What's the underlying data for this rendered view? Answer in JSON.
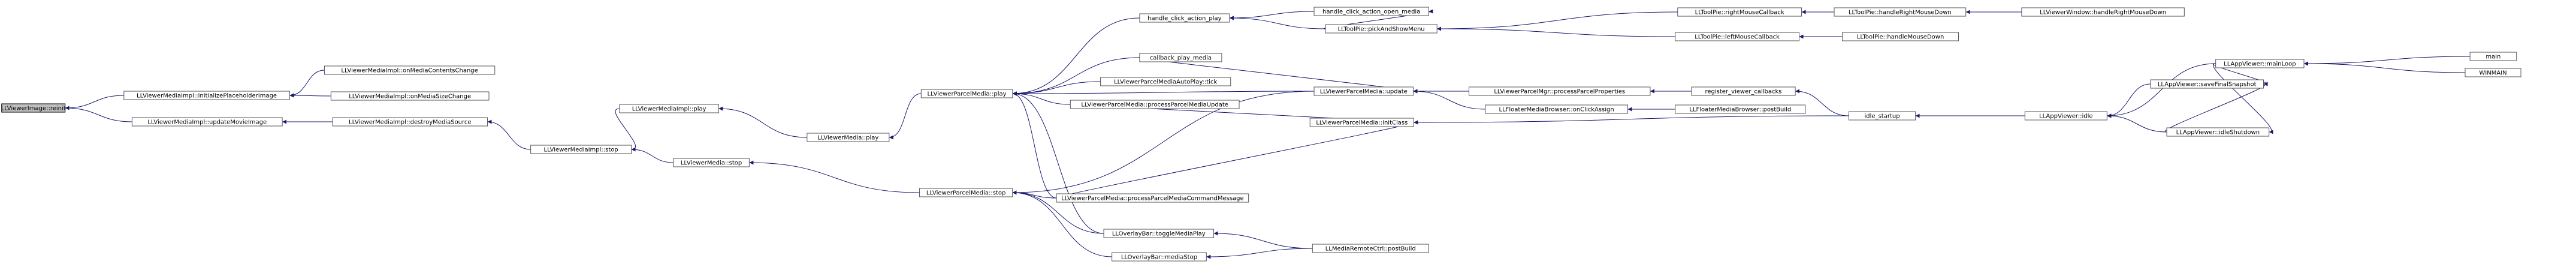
{
  "graph": {
    "colors": {
      "edge": "#191970",
      "node_border": "#555555",
      "root_fill": "#bfbfbf",
      "background": "#ffffff"
    },
    "nodes": [
      {
        "id": "reinit",
        "label": "LLViewerImage::reinit",
        "root": true
      },
      {
        "id": "initPlaceholder",
        "label": "LLViewerMediaImpl::initializePlaceholderImage"
      },
      {
        "id": "updateMovie",
        "label": "LLViewerMediaImpl::updateMovieImage"
      },
      {
        "id": "onContents",
        "label": "LLViewerMediaImpl::onMediaContentsChange"
      },
      {
        "id": "onSize",
        "label": "LLViewerMediaImpl::onMediaSizeChange"
      },
      {
        "id": "destroySource",
        "label": "LLViewerMediaImpl::destroyMediaSource"
      },
      {
        "id": "implPlay",
        "label": "LLViewerMediaImpl::play"
      },
      {
        "id": "implStop",
        "label": "LLViewerMediaImpl::stop"
      },
      {
        "id": "mediaPlay",
        "label": "LLViewerMedia::play"
      },
      {
        "id": "mediaStop",
        "label": "LLViewerMedia::stop"
      },
      {
        "id": "parcelPlay",
        "label": "LLViewerParcelMedia::play"
      },
      {
        "id": "parcelStop",
        "label": "LLViewerParcelMedia::stop"
      },
      {
        "id": "handleClickPlay",
        "label": "handle_click_action_play"
      },
      {
        "id": "callbackPlay",
        "label": "callback_play_media"
      },
      {
        "id": "autoPlayTick",
        "label": "LLViewerParcelMediaAutoPlay::tick"
      },
      {
        "id": "processUpdate",
        "label": "LLViewerParcelMedia::processParcelMediaUpdate"
      },
      {
        "id": "processCommand",
        "label": "LLViewerParcelMedia::processParcelMediaCommandMessage"
      },
      {
        "id": "toggleMediaPlay",
        "label": "LLOverlayBar::toggleMediaPlay"
      },
      {
        "id": "mediaStopBar",
        "label": "LLOverlayBar::mediaStop"
      },
      {
        "id": "handleClickOpen",
        "label": "handle_click_action_open_media"
      },
      {
        "id": "pickShowMenu",
        "label": "LLToolPie::pickAndShowMenu"
      },
      {
        "id": "parcelUpdate",
        "label": "LLViewerParcelMedia::update"
      },
      {
        "id": "parcelInit",
        "label": "LLViewerParcelMedia::initClass"
      },
      {
        "id": "remotePostBuild",
        "label": "LLMediaRemoteCtrl::postBuild"
      },
      {
        "id": "rightMouseCb",
        "label": "LLToolPie::rightMouseCallback"
      },
      {
        "id": "leftMouseCb",
        "label": "LLToolPie::leftMouseCallback"
      },
      {
        "id": "processParcelProps",
        "label": "LLViewerParcelMgr::processParcelProperties"
      },
      {
        "id": "floaterOnClick",
        "label": "LLFloaterMediaBrowser::onClickAssign"
      },
      {
        "id": "handleRightDown",
        "label": "LLToolPie::handleRightMouseDown"
      },
      {
        "id": "handleLeftDown",
        "label": "LLToolPie::handleMouseDown"
      },
      {
        "id": "registerCallbacks",
        "label": "register_viewer_callbacks"
      },
      {
        "id": "floaterPostBuild",
        "label": "LLFloaterMediaBrowser::postBuild"
      },
      {
        "id": "windowRightDown",
        "label": "LLViewerWindow::handleRightMouseDown"
      },
      {
        "id": "idleStartup",
        "label": "idle_startup"
      },
      {
        "id": "appIdle",
        "label": "LLAppViewer::idle"
      },
      {
        "id": "mainLoop",
        "label": "LLAppViewer::mainLoop"
      },
      {
        "id": "saveSnapshot",
        "label": "LLAppViewer::saveFinalSnapshot"
      },
      {
        "id": "idleShutdown",
        "label": "LLAppViewer::idleShutdown"
      },
      {
        "id": "main",
        "label": "main"
      },
      {
        "id": "winmain",
        "label": "WINMAIN"
      }
    ],
    "edges": [
      [
        "initPlaceholder",
        "reinit"
      ],
      [
        "updateMovie",
        "reinit"
      ],
      [
        "onContents",
        "initPlaceholder"
      ],
      [
        "onSize",
        "initPlaceholder"
      ],
      [
        "destroySource",
        "updateMovie"
      ],
      [
        "implStop",
        "destroySource"
      ],
      [
        "implPlay",
        "implStop"
      ],
      [
        "mediaStop",
        "implStop"
      ],
      [
        "mediaPlay",
        "implPlay"
      ],
      [
        "parcelPlay",
        "mediaPlay"
      ],
      [
        "parcelStop",
        "mediaStop"
      ],
      [
        "handleClickPlay",
        "parcelPlay"
      ],
      [
        "callbackPlay",
        "parcelPlay"
      ],
      [
        "parcelUpdate",
        "parcelPlay"
      ],
      [
        "autoPlayTick",
        "parcelPlay"
      ],
      [
        "processUpdate",
        "parcelPlay"
      ],
      [
        "processCommand",
        "parcelPlay"
      ],
      [
        "toggleMediaPlay",
        "parcelPlay"
      ],
      [
        "mediaStopBar",
        "parcelStop"
      ],
      [
        "toggleMediaPlay",
        "parcelStop"
      ],
      [
        "parcelUpdate",
        "parcelStop"
      ],
      [
        "processCommand",
        "parcelStop"
      ],
      [
        "handleClickOpen",
        "handleClickPlay"
      ],
      [
        "pickShowMenu",
        "handleClickPlay"
      ],
      [
        "pickShowMenu",
        "handleClickOpen"
      ],
      [
        "callbackPlay",
        "parcelUpdate"
      ],
      [
        "processUpdate",
        "parcelInit"
      ],
      [
        "processCommand",
        "parcelInit"
      ],
      [
        "remotePostBuild",
        "toggleMediaPlay"
      ],
      [
        "remotePostBuild",
        "mediaStopBar"
      ],
      [
        "rightMouseCb",
        "pickShowMenu"
      ],
      [
        "leftMouseCb",
        "pickShowMenu"
      ],
      [
        "processParcelProps",
        "parcelUpdate"
      ],
      [
        "floaterOnClick",
        "parcelUpdate"
      ],
      [
        "handleRightDown",
        "rightMouseCb"
      ],
      [
        "handleLeftDown",
        "leftMouseCb"
      ],
      [
        "registerCallbacks",
        "processParcelProps"
      ],
      [
        "floaterPostBuild",
        "floaterOnClick"
      ],
      [
        "windowRightDown",
        "handleRightDown"
      ],
      [
        "idleStartup",
        "registerCallbacks"
      ],
      [
        "idleStartup",
        "parcelInit"
      ],
      [
        "appIdle",
        "idleStartup"
      ],
      [
        "mainLoop",
        "appIdle"
      ],
      [
        "saveSnapshot",
        "appIdle"
      ],
      [
        "idleShutdown",
        "appIdle"
      ],
      [
        "mainLoop",
        "saveSnapshot"
      ],
      [
        "idleShutdown",
        "saveSnapshot"
      ],
      [
        "mainLoop",
        "idleShutdown"
      ],
      [
        "main",
        "mainLoop"
      ],
      [
        "winmain",
        "mainLoop"
      ]
    ]
  }
}
